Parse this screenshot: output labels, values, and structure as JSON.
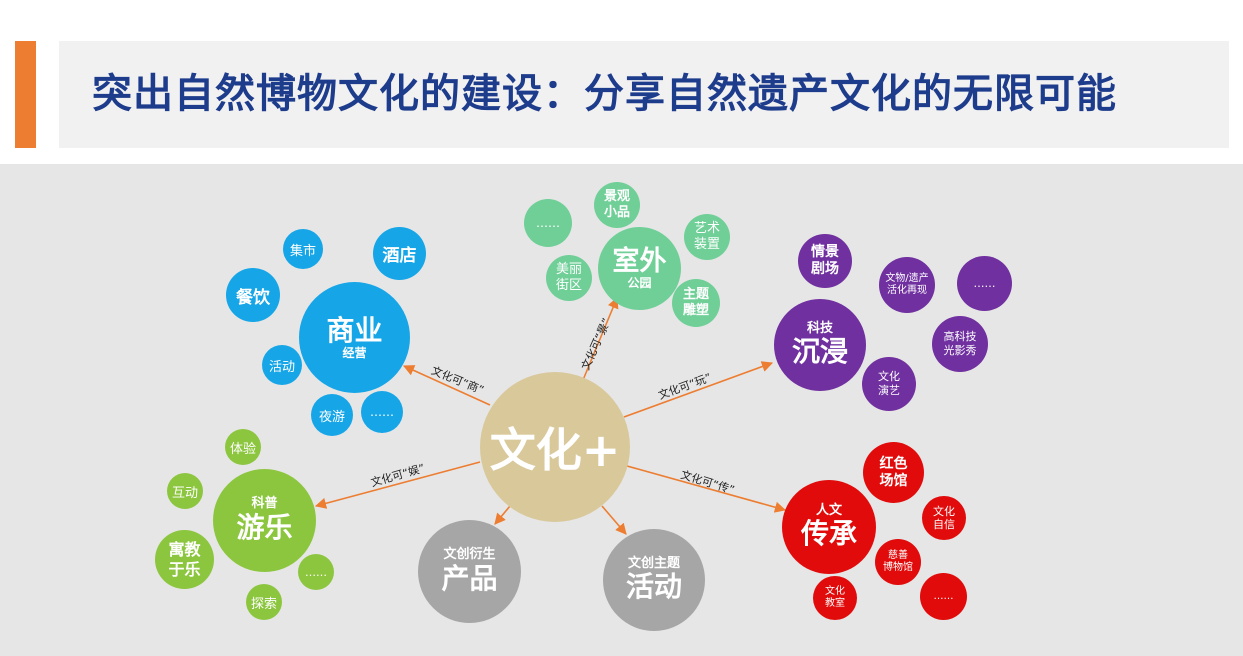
{
  "title": "突出自然博物文化的建设：分享自然遗产文化的无限可能",
  "colors": {
    "accent": "#ed7d31",
    "title": "#1e3c8c",
    "blue": "#16a6e8",
    "teal": "#6fcf97",
    "purple": "#7030a0",
    "red": "#e10b0b",
    "green": "#8cc63f",
    "gray": "#a6a6a6",
    "center": "#d9c89a"
  },
  "center": {
    "label": "文化+"
  },
  "edges": {
    "shang": "文化可“商”",
    "jing": "文化可“景”",
    "wan": "文化可“玩”",
    "yu": "文化可“娱”",
    "chuan": "文化可“传”"
  },
  "clusters": {
    "commerce": {
      "sub": "经营",
      "main": "商业",
      "items": [
        "集市",
        "酒店",
        "餐饮",
        "活动",
        "夜游",
        "……"
      ]
    },
    "outdoor": {
      "main": "室外",
      "sub": "公园",
      "items": [
        "……",
        "景观\n小品",
        "艺术\n装置",
        "美丽\n街区",
        "主题\n雕塑"
      ]
    },
    "immersive": {
      "sub": "科技",
      "main": "沉浸",
      "items": [
        "情景\n剧场",
        "文物/遗产\n活化再现",
        "……",
        "高科技\n光影秀",
        "文化\n演艺"
      ]
    },
    "tour": {
      "sub": "科普",
      "main": "游乐",
      "items": [
        "体验",
        "互动",
        "寓教\n于乐",
        "……",
        "探索"
      ]
    },
    "heritage": {
      "sub": "人文",
      "main": "传承",
      "items": [
        "红色\n场馆",
        "文化\n自信",
        "慈善\n博物馆",
        "文化\n教室",
        "……"
      ]
    },
    "product": {
      "sub": "文创衍生",
      "main": "产品"
    },
    "event": {
      "sub": "文创主题",
      "main": "活动"
    }
  }
}
